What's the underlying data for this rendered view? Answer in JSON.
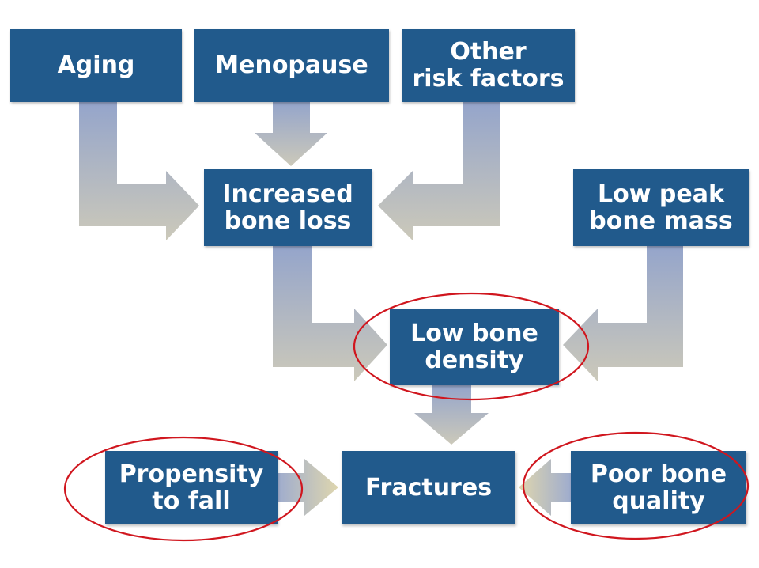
{
  "diagram": {
    "nodes": {
      "aging": "Aging",
      "menopause": "Menopause",
      "other_risk": "Other\nrisk factors",
      "bone_loss": "Increased\nbone loss",
      "low_peak": "Low peak\nbone mass",
      "low_density": "Low bone\ndensity",
      "propensity": "Propensity\nto fall",
      "fractures": "Fractures",
      "poor_quality": "Poor bone\nquality"
    },
    "colors": {
      "box": "#215a8c",
      "box_text": "#ffffff",
      "arrow_shaft": "#9aa9cc",
      "arrow_head": "#d9d2ae",
      "highlight": "#d0161e"
    }
  }
}
